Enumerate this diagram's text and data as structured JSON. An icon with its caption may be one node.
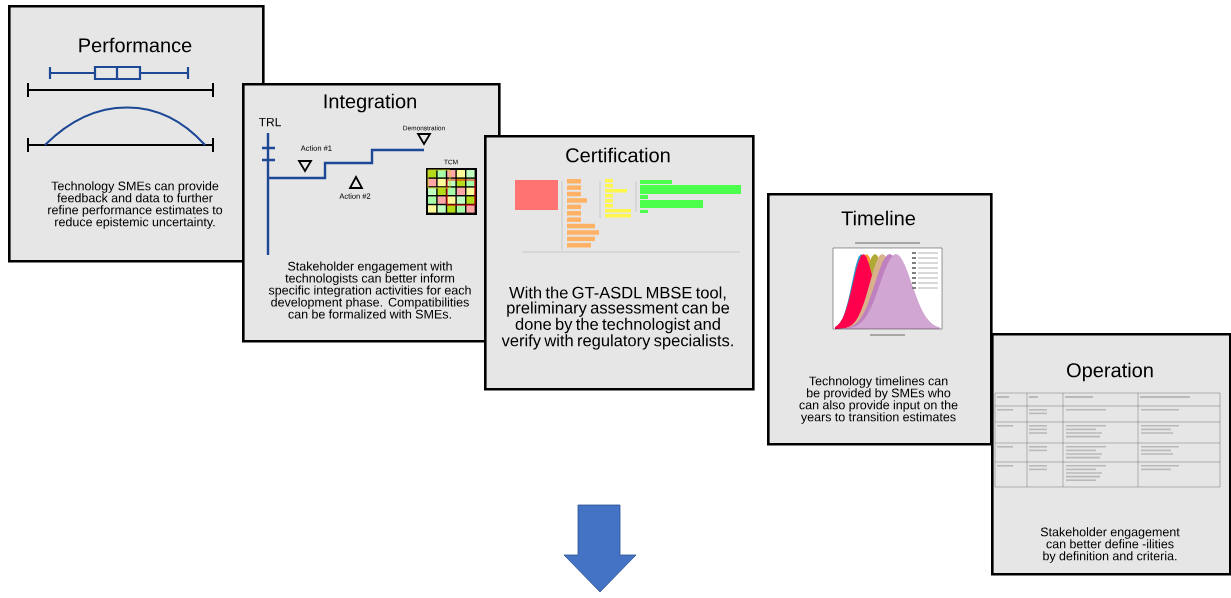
{
  "diagram": {
    "nodes": [
      {
        "text": [
          "Performance",
          "Technology SMEs can provide feedback and data to further refine performance estimates to reduce epistemic uncertainty."
        ]
      },
      {
        "text": [
          "Integration",
          "Stakeholder engagement with technologists can better inform specific integration activities for each development phase. Compatibilities can be formalized with SMEs."
        ]
      },
      {
        "text": [
          "Certification",
          "With the GT-ASDL MBSE tool, preliminary assessment can be done by the technologist and verify with regulatory specialists."
        ]
      },
      {
        "text": [
          "Timeline",
          "Technology timelines can be provided by SMEs who can also provide input on the years to transition estimates"
        ]
      },
      {
        "text": [
          "Operation",
          "Stakeholder engagement can better define -ilities by definition and criteria."
        ]
      }
    ],
    "labels": [
      "TRL",
      "Demonstration",
      "Action #1",
      "TCM",
      "Action #2"
    ]
  }
}
